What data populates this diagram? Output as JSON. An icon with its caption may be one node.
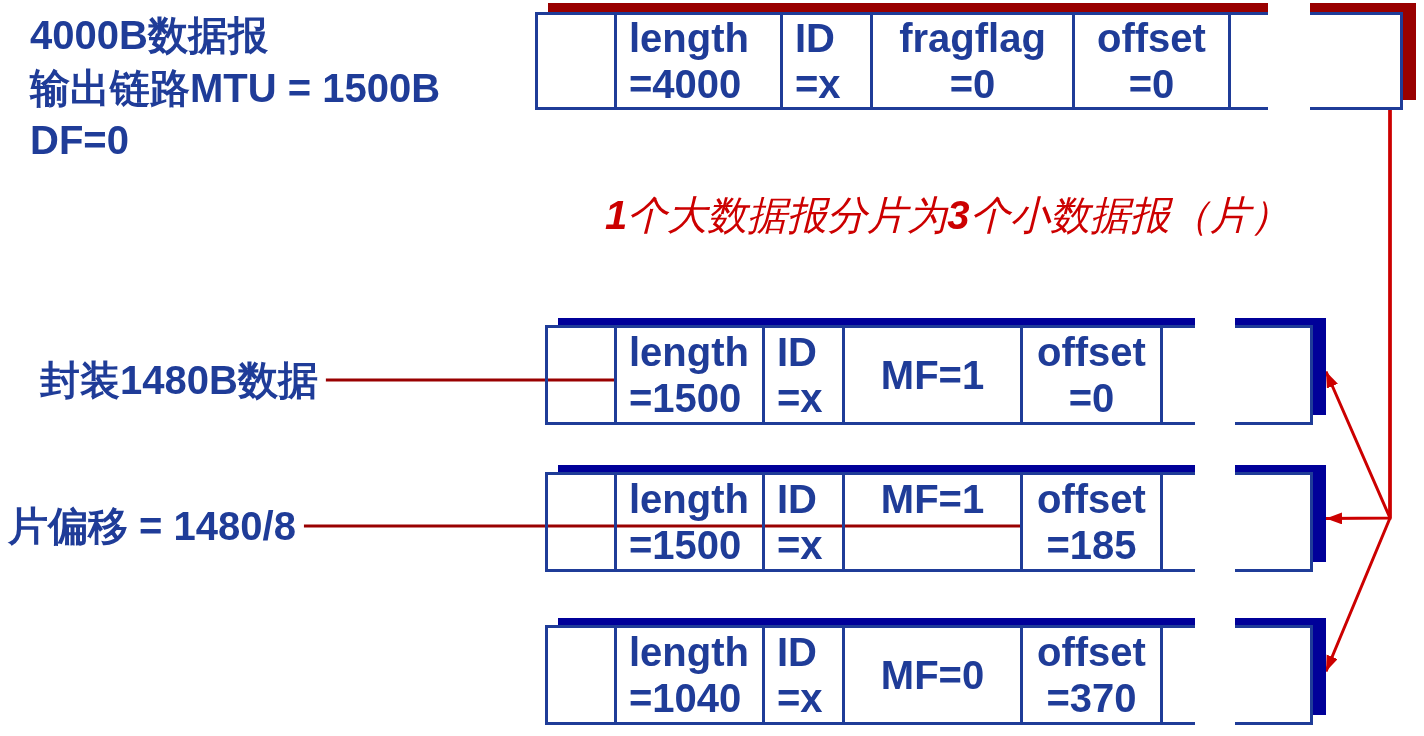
{
  "diagram": {
    "nodes": [
      {
        "text": [],
        "shape": "box"
      },
      {
        "text": [
          "length =4000"
        ],
        "in": 0
      },
      {
        "text": [
          "ID =x"
        ],
        "in": 0
      },
      {
        "text": [
          "fragflag =0"
        ],
        "in": 0
      },
      {
        "text": [
          "offset =0"
        ],
        "in": 0
      },
      {
        "text": [
          "封装1480B数据"
        ]
      },
      {
        "text": [],
        "shape": "box"
      },
      {
        "text": [
          "length =1500"
        ],
        "in": 6
      },
      {
        "text": [
          "ID =x"
        ],
        "in": 6
      },
      {
        "text": [
          "MF=1"
        ],
        "in": 6
      },
      {
        "text": [
          "offset =0"
        ],
        "in": 6
      },
      {
        "text": [
          "片偏移 = 1480/8"
        ]
      },
      {
        "text": [],
        "shape": "box"
      },
      {
        "text": [
          "length =1500"
        ],
        "in": 12
      },
      {
        "text": [
          "ID =x"
        ],
        "in": 12
      },
      {
        "text": [
          "MF=1"
        ],
        "in": 12
      },
      {
        "text": [
          "offset =185"
        ],
        "in": 12
      },
      {
        "text": [],
        "shape": "box"
      },
      {
        "text": [
          "length =1040"
        ],
        "in": 17
      },
      {
        "text": [
          "ID =x"
        ],
        "in": 17
      },
      {
        "text": [
          "MF=0"
        ],
        "in": 17
      },
      {
        "text": [
          "offset =370"
        ],
        "in": 17
      }
    ],
    "edges": [
      {
        "from": 0,
        "to": 6,
        "arrow": "to"
      },
      {
        "from": 0,
        "to": 12,
        "arrow": "to"
      },
      {
        "from": 0,
        "to": 17,
        "arrow": "to"
      },
      {
        "from": 5,
        "to": 7,
        "arrow": "none",
        "color": "#990000"
      },
      {
        "from": 11,
        "to": 16,
        "arrow": "none",
        "color": "#990000"
      }
    ],
    "labels": [
      "4000B数据报",
      "输出链路MTU = 1500B",
      "DF=0",
      "**1**个大数据报分片为**3**个小数据报（片）"
    ]
  }
}
